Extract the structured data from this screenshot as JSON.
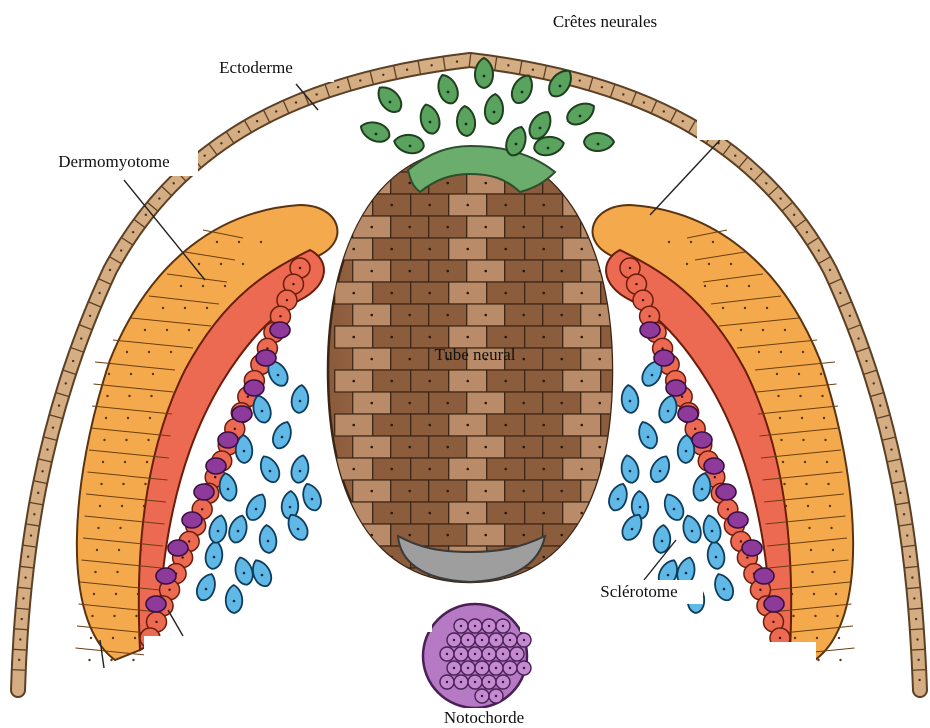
{
  "diagram": {
    "labels": {
      "ectoderm": "Ectoderme",
      "neural_crest": "Crêtes neurales",
      "dermomyotome": "Dermomyotome",
      "neural_tube": "Tube neural",
      "sclerotome": "Sclérotome",
      "notochord": "Notochorde"
    },
    "colors": {
      "ectoderm": "#d4ad82",
      "ectoderm_outline": "#5c4026",
      "neural_crest": "#5aa35e",
      "roof_plate": "#6aad6c",
      "neural_tube": "#9b6a48",
      "floor_plate": "#9e9e9e",
      "dermomyotome": "#f4aa4c",
      "myotome": "#ec6a52",
      "sclerotome": "#5fb8e6",
      "purple_cells": "#8e3a9a",
      "notochord": "#b679c4"
    }
  }
}
